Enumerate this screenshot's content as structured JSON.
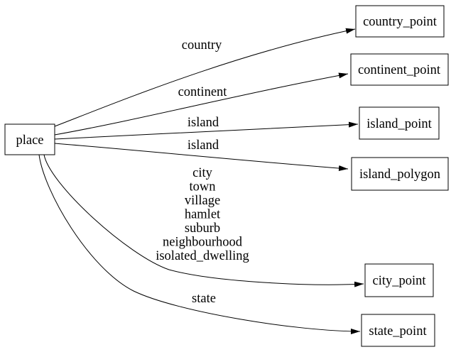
{
  "diagram": {
    "background_color": "#ffffff",
    "line_color": "#000000",
    "text_color": "#000000",
    "source_node": {
      "label": "place"
    },
    "nodes": [
      {
        "id": "place",
        "label": "place"
      },
      {
        "id": "country_point",
        "label": "country_point"
      },
      {
        "id": "continent_point",
        "label": "continent_point"
      },
      {
        "id": "island_point",
        "label": "island_point"
      },
      {
        "id": "island_polygon",
        "label": "island_polygon"
      },
      {
        "id": "city_point",
        "label": "city_point"
      },
      {
        "id": "state_point",
        "label": "state_point"
      }
    ],
    "edges": [
      {
        "from": "place",
        "to": "country_point",
        "label": "country"
      },
      {
        "from": "place",
        "to": "continent_point",
        "label": "continent"
      },
      {
        "from": "place",
        "to": "island_point",
        "label": "island"
      },
      {
        "from": "place",
        "to": "island_polygon",
        "label": "island"
      },
      {
        "from": "place",
        "to": "city_point",
        "label_lines": [
          "city",
          "town",
          "village",
          "hamlet",
          "suburb",
          "neighbourhood",
          "isolated_dwelling"
        ]
      },
      {
        "from": "place",
        "to": "state_point",
        "label": "state"
      }
    ]
  }
}
